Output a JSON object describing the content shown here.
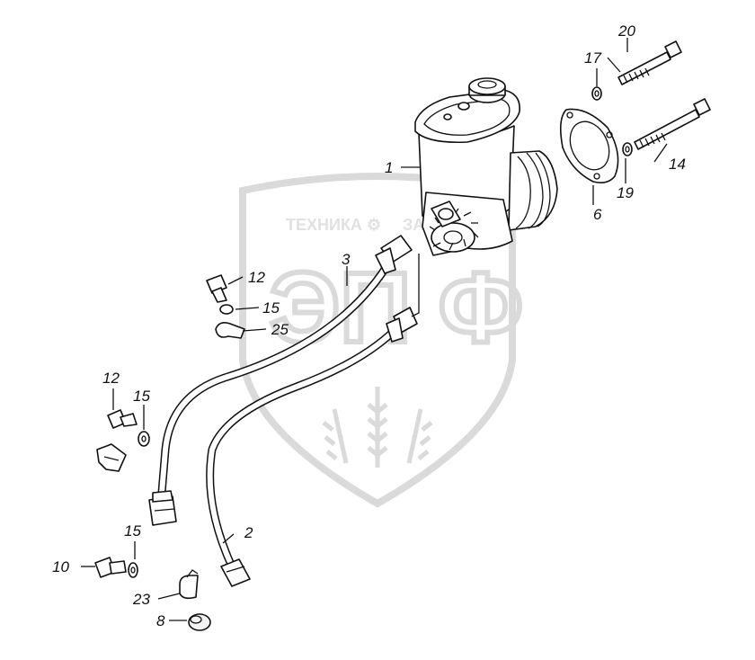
{
  "watermark": {
    "text_left": "ТЕХНИКА",
    "text_right": "ЗАПЧАСТИ",
    "logo_letters": "ЭП Ф",
    "color": "#d4d4d4"
  },
  "labels": {
    "l1": "1",
    "l2": "2",
    "l3": "3",
    "l6": "6",
    "l8": "8",
    "l10": "10",
    "l12a": "12",
    "l12b": "12",
    "l14": "14",
    "l15a": "15",
    "l15b": "15",
    "l15c": "15",
    "l17": "17",
    "l19": "19",
    "l20": "20",
    "l23": "23",
    "l25": "25"
  },
  "colors": {
    "ink": "#111111",
    "background": "#ffffff"
  }
}
